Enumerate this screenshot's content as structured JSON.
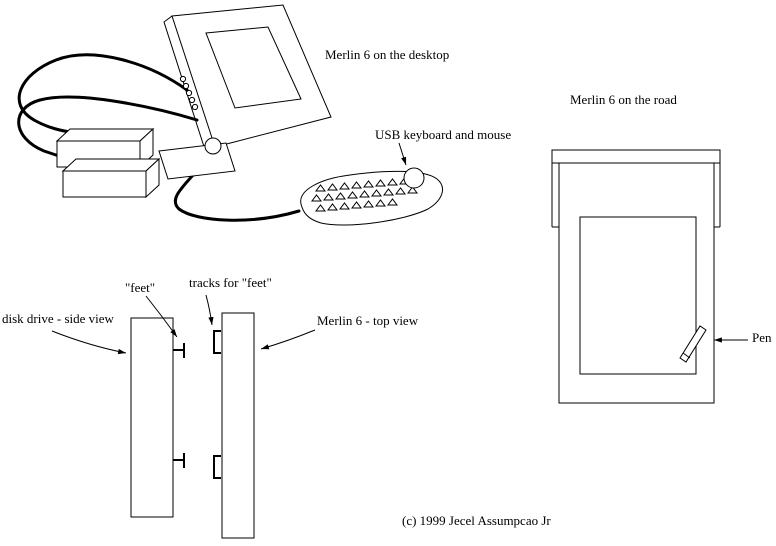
{
  "page": {
    "copyright": "(c) 1999 Jecel Assumpcao Jr"
  },
  "labels": {
    "desktop": "Merlin 6 on the desktop",
    "keyboard": "USB keyboard and mouse",
    "road": "Merlin 6 on the road",
    "feet": "\"feet\"",
    "tracks": "tracks for \"feet\"",
    "disk_side_view": "disk drive - side view",
    "top_view": "Merlin 6 - top view",
    "pen": "Pen"
  },
  "colors": {
    "ink": "#000000",
    "paper": "#ffffff"
  }
}
